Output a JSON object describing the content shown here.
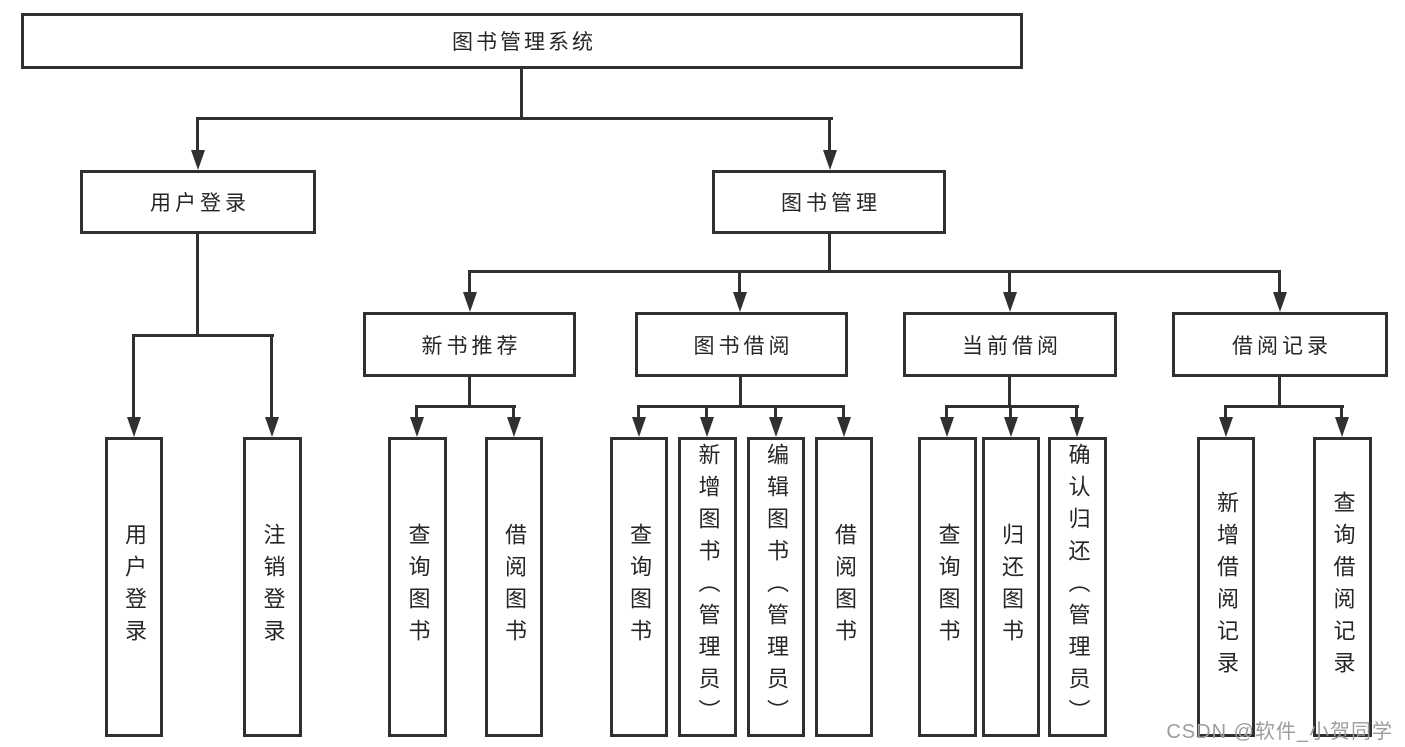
{
  "diagram": {
    "root": "图书管理系统",
    "branches": [
      {
        "label": "用户登录",
        "children": [
          "用户登录",
          "注销登录"
        ]
      },
      {
        "label": "图书管理",
        "sections": [
          {
            "label": "新书推荐",
            "children": [
              "查询图书",
              "借阅图书"
            ]
          },
          {
            "label": "图书借阅",
            "children": [
              "查询图书",
              "新增图书（管理员）",
              "编辑图书（管理员）",
              "借阅图书"
            ]
          },
          {
            "label": "当前借阅",
            "children": [
              "查询图书",
              "归还图书",
              "确认归还（管理员）"
            ]
          },
          {
            "label": "借阅记录",
            "children": [
              "新增借阅记录",
              "查询借阅记录"
            ]
          }
        ]
      }
    ]
  },
  "watermark": "CSDN @软件_小贺同学",
  "colors": {
    "line": "#303030",
    "text": "#262626",
    "box_fill": "#ffffff",
    "watermark": "#9d9d9d",
    "background": "#ffffff"
  }
}
